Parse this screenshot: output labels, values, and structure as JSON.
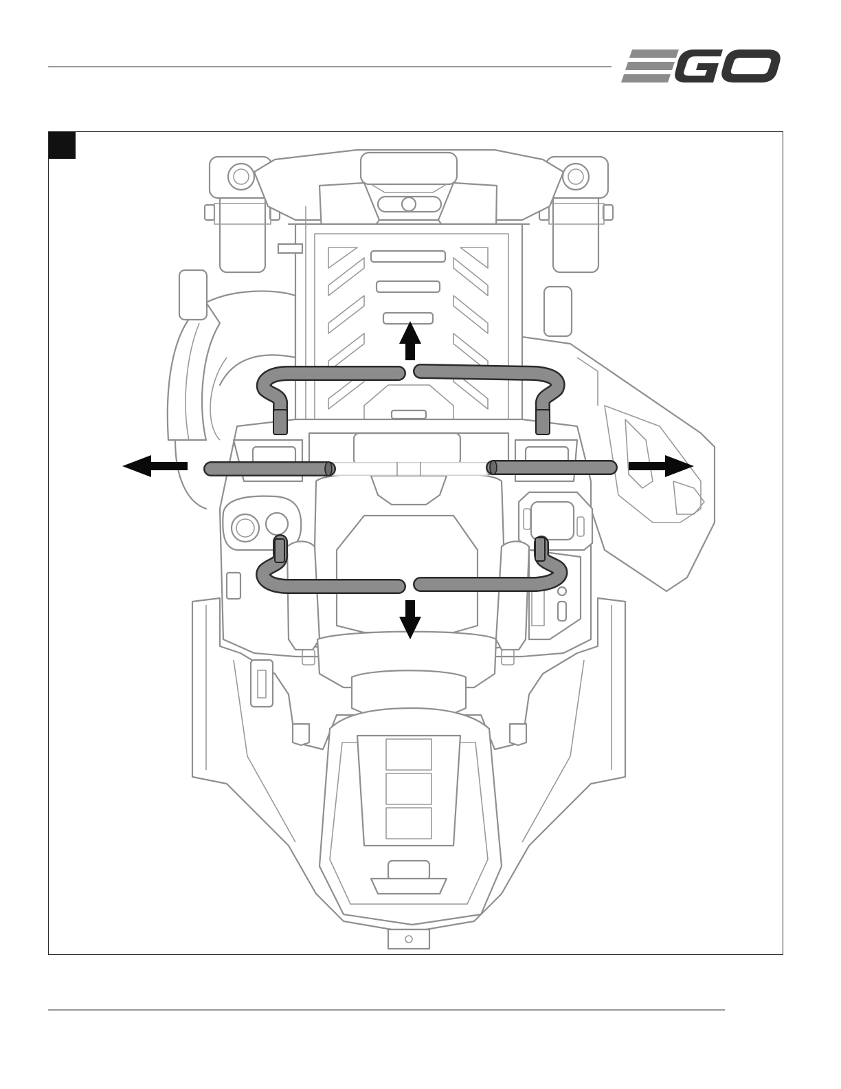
{
  "header": {
    "brand_logo_text": "EGO",
    "brand_color_dark": "#333333",
    "brand_color_gray": "#8c8c8c"
  },
  "figure": {
    "badge_label": "",
    "icons": [
      "mower-top-view-illustration",
      "handlebar-assembly",
      "arrow-up-icon",
      "arrow-down-icon",
      "arrow-left-icon",
      "arrow-right-icon"
    ]
  }
}
